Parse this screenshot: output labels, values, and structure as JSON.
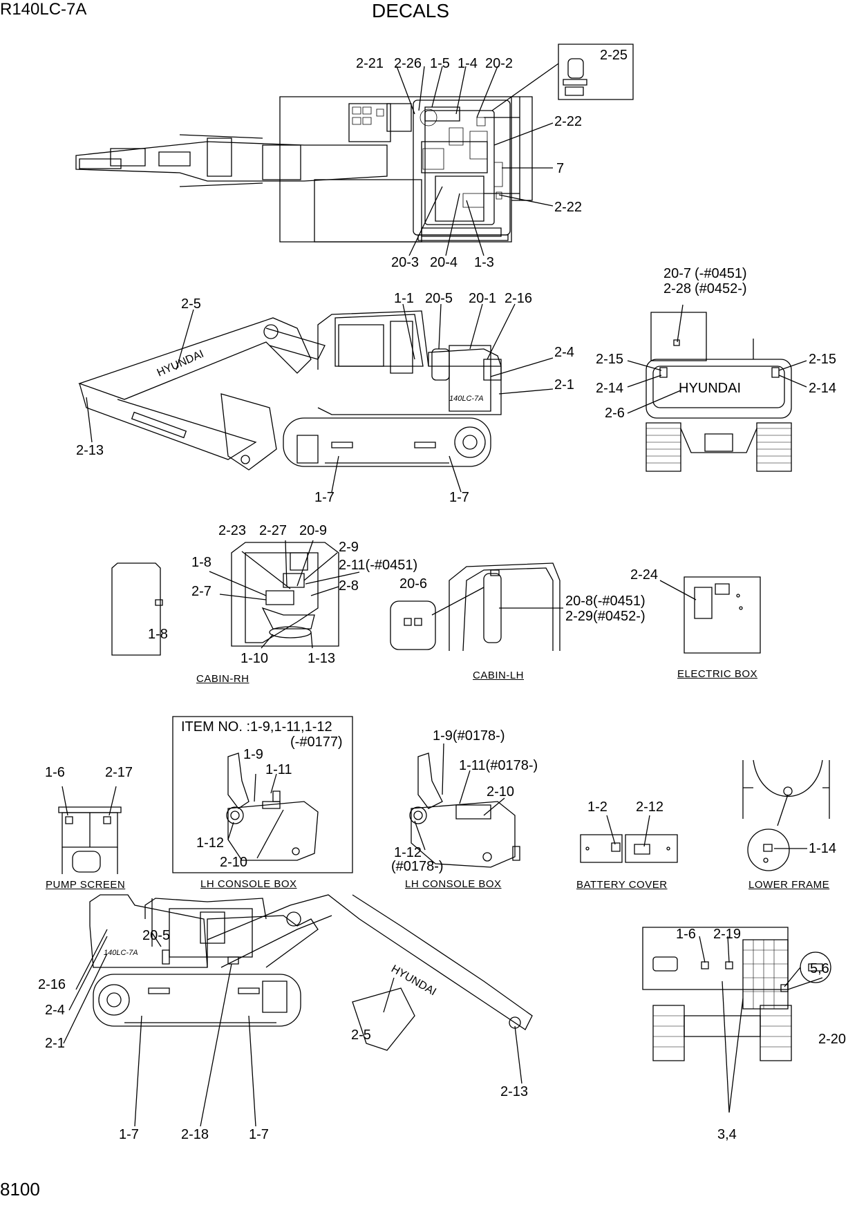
{
  "header": {
    "model": "R140LC-7A",
    "title": "DECALS"
  },
  "footer": {
    "page_number": "8100"
  },
  "labels": {
    "top_view": {
      "l_2_21": "2-21",
      "l_2_26": "2-26",
      "l_1_5": "1-5",
      "l_1_4": "1-4",
      "l_20_2": "20-2",
      "l_2_25": "2-25",
      "l_2_22a": "2-22",
      "l_7": "7",
      "l_2_22b": "2-22",
      "l_20_3": "20-3",
      "l_20_4": "20-4",
      "l_1_3": "1-3"
    },
    "side_view": {
      "l_2_5": "2-5",
      "l_1_1": "1-1",
      "l_20_5": "20-5",
      "l_20_1": "20-1",
      "l_2_16": "2-16",
      "l_2_4": "2-4",
      "l_2_1": "2-1",
      "l_2_13": "2-13",
      "l_1_7a": "1-7",
      "l_1_7b": "1-7",
      "brand": "HYUNDAI",
      "model_badge": "140LC-7A"
    },
    "rear_view": {
      "l_20_7": "20-7",
      "l_20_7_note": "(-#0451)",
      "l_2_28": "2-28",
      "l_2_28_note": "(#0452-)",
      "l_2_15a": "2-15",
      "l_2_15b": "2-15",
      "l_2_14a": "2-14",
      "l_2_14b": "2-14",
      "l_2_6": "2-6",
      "brand": "HYUNDAI"
    },
    "cabin_rh": {
      "caption": "CABIN-RH",
      "l_2_23": "2-23",
      "l_2_27": "2-27",
      "l_20_9": "20-9",
      "l_2_9": "2-9",
      "l_2_11": "2-11(-#0451)",
      "l_1_8a": "1-8",
      "l_2_7": "2-7",
      "l_2_8": "2-8",
      "l_1_8b": "1-8",
      "l_1_10": "1-10",
      "l_1_13": "1-13"
    },
    "cabin_lh": {
      "caption": "CABIN-LH",
      "l_20_6": "20-6",
      "l_20_8": "20-8(-#0451)",
      "l_2_29": "2-29(#0452-)"
    },
    "electric_box": {
      "caption": "ELECTRIC BOX",
      "l_2_24": "2-24"
    },
    "pump_screen": {
      "caption": "PUMP SCREEN",
      "l_1_6": "1-6",
      "l_2_17": "2-17"
    },
    "lh_console_a": {
      "caption": "LH CONSOLE BOX",
      "item_no": "ITEM NO. :1-9,1-11,1-12",
      "item_note": "(-#0177)",
      "l_1_9": "1-9",
      "l_1_11": "1-11",
      "l_1_12": "1-12",
      "l_2_10": "2-10"
    },
    "lh_console_b": {
      "caption": "LH CONSOLE BOX",
      "l_1_9": "1-9(#0178-)",
      "l_1_11": "1-11(#0178-)",
      "l_2_10": "2-10",
      "l_1_12": "1-12",
      "l_1_12_note": "(#0178-)"
    },
    "battery_cover": {
      "caption": "BATTERY COVER",
      "l_1_2": "1-2",
      "l_2_12": "2-12"
    },
    "lower_frame": {
      "caption": "LOWER FRAME",
      "l_1_14": "1-14"
    },
    "left_view": {
      "l_20_5": "20-5",
      "l_2_16": "2-16",
      "l_2_4": "2-4",
      "l_2_1": "2-1",
      "l_2_5": "2-5",
      "l_2_13": "2-13",
      "l_1_7a": "1-7",
      "l_2_18": "2-18",
      "l_1_7b": "1-7",
      "brand": "HYUNDAI",
      "model_badge": "140LC-7A"
    },
    "front_view": {
      "l_1_6": "1-6",
      "l_2_19": "2-19",
      "l_5_6": "5,6",
      "l_2_20": "2-20",
      "l_3_4": "3,4"
    }
  }
}
